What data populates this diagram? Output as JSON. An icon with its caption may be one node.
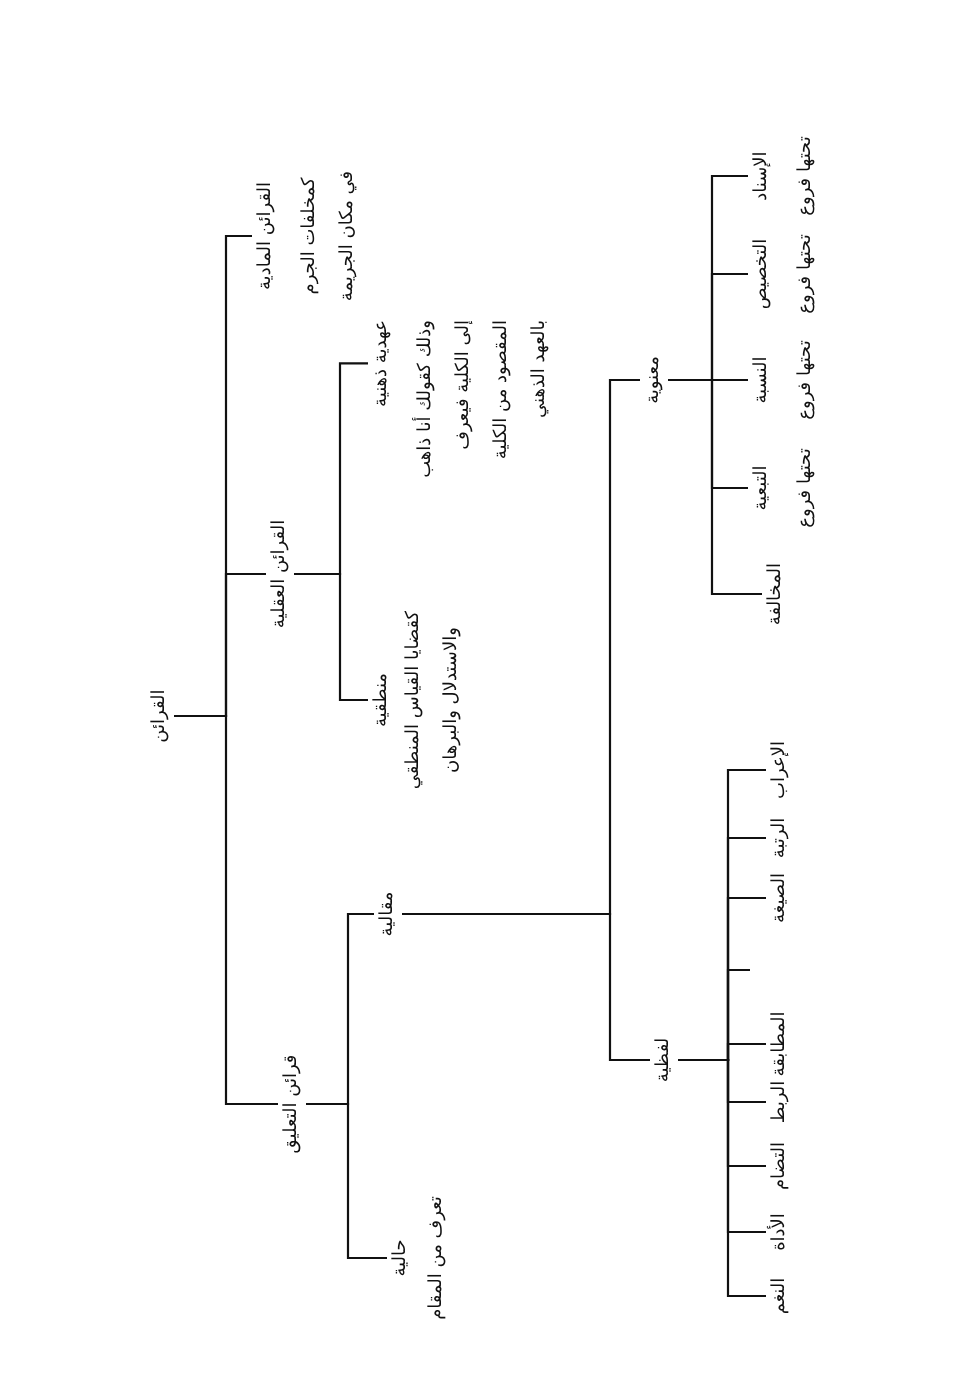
{
  "diagram": {
    "nodes": [
      {
        "text": [
          "القرائن"
        ]
      },
      {
        "text": [
          "القرائن المادية",
          "كمخلفات الجرم في مكان الجريمة"
        ]
      },
      {
        "text": [
          "القرائن العقلية"
        ]
      },
      {
        "text": [
          "عهدية ذهنية",
          "وذلك كقولك أنا ذاهب إلى الكلية فيعرف المقصود من الكلية بالعهد الذهني"
        ]
      },
      {
        "text": [
          "منطقية",
          "كقضايا القياس المنطقي والاستدلال والبرهان"
        ]
      },
      {
        "text": [
          "قرائن التعليق"
        ]
      },
      {
        "text": [
          "مقالية"
        ]
      },
      {
        "text": [
          "معنوية"
        ]
      },
      {
        "text": [
          "الإسناد"
        ],
        "beside": [
          "تحتها فروع"
        ]
      },
      {
        "text": [
          "التخصيص"
        ],
        "beside": [
          "تحتها فروع"
        ]
      },
      {
        "text": [
          "النسبة"
        ],
        "beside": [
          "تحتها فروع"
        ]
      },
      {
        "text": [
          "التبعية"
        ],
        "beside": [
          "تحتها فروع"
        ]
      },
      {
        "text": [
          "المخالفة"
        ]
      },
      {
        "text": [
          "لفظية"
        ]
      },
      {
        "text": [
          "الإعراب"
        ]
      },
      {
        "text": [
          "الرتبة"
        ]
      },
      {
        "text": [
          "الصيغة"
        ]
      },
      {
        "text": [
          "المطابقة"
        ]
      },
      {
        "text": [
          "الربط"
        ]
      },
      {
        "text": [
          "التضام"
        ]
      },
      {
        "text": [
          "الأداة"
        ]
      },
      {
        "text": [
          "النغم"
        ]
      },
      {
        "text": [
          "حالية",
          "تعرف من المقام"
        ]
      }
    ],
    "edges": [
      {
        "from": 0,
        "to": 1,
        "arrow": "none"
      },
      {
        "from": 0,
        "to": 2,
        "arrow": "none"
      },
      {
        "from": 0,
        "to": 5,
        "arrow": "none"
      },
      {
        "from": 2,
        "to": 3,
        "arrow": "none"
      },
      {
        "from": 2,
        "to": 4,
        "arrow": "none"
      },
      {
        "from": 5,
        "to": 6,
        "arrow": "none"
      },
      {
        "from": 5,
        "to": 22,
        "arrow": "none"
      },
      {
        "from": 6,
        "to": 7,
        "arrow": "none"
      },
      {
        "from": 6,
        "to": 13,
        "arrow": "none"
      },
      {
        "from": 7,
        "to": 8,
        "arrow": "none"
      },
      {
        "from": 7,
        "to": 9,
        "arrow": "none"
      },
      {
        "from": 7,
        "to": 10,
        "arrow": "none"
      },
      {
        "from": 7,
        "to": 11,
        "arrow": "none"
      },
      {
        "from": 7,
        "to": 12,
        "arrow": "none"
      },
      {
        "from": 13,
        "to": 14,
        "arrow": "none"
      },
      {
        "from": 13,
        "to": 15,
        "arrow": "none"
      },
      {
        "from": 13,
        "to": 16,
        "arrow": "none"
      },
      {
        "from": 13,
        "to": null,
        "arrow": "none"
      },
      {
        "from": 13,
        "to": 17,
        "arrow": "none"
      },
      {
        "from": 13,
        "to": 18,
        "arrow": "none"
      },
      {
        "from": 13,
        "to": 19,
        "arrow": "none"
      },
      {
        "from": 13,
        "to": 20,
        "arrow": "none"
      },
      {
        "from": 13,
        "to": 21,
        "arrow": "none"
      }
    ]
  }
}
